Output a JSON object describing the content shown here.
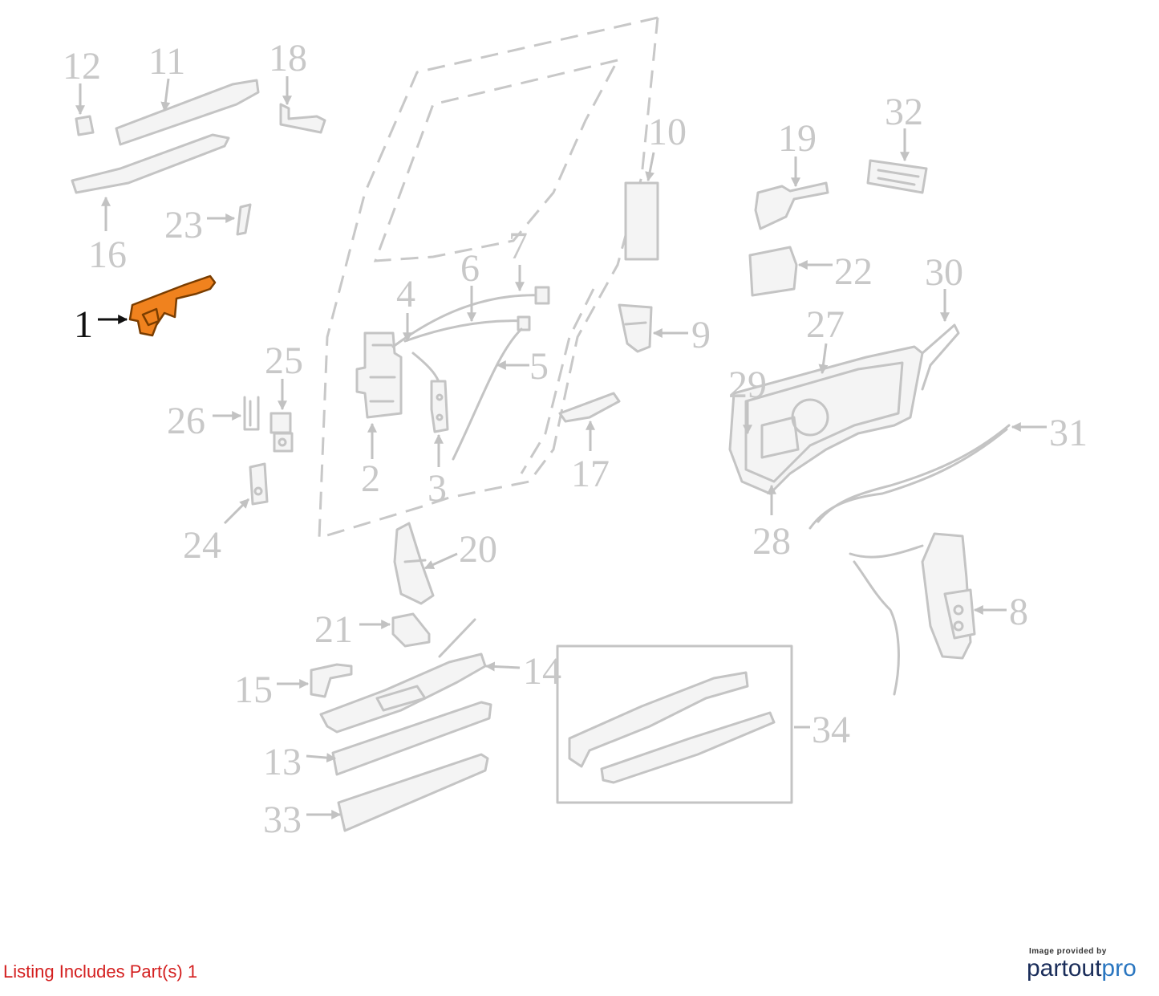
{
  "callouts": [
    "1",
    "2",
    "3",
    "4",
    "5",
    "6",
    "7",
    "8",
    "9",
    "10",
    "11",
    "12",
    "13",
    "14",
    "15",
    "16",
    "17",
    "18",
    "19",
    "20",
    "21",
    "22",
    "23",
    "24",
    "25",
    "26",
    "27",
    "28",
    "29",
    "30",
    "31",
    "32",
    "33",
    "34"
  ],
  "highlighted_part": "1",
  "colors": {
    "highlight": "#f0821e",
    "footer_text": "#d42020",
    "brand_dark": "#1a2d5a",
    "brand_accent": "#2a76c0"
  },
  "footer": {
    "listing_text": "Listing Includes Part(s) 1"
  },
  "credit": {
    "provided_by": "Image provided by",
    "brand_part1": "partout",
    "brand_part2": "pro"
  }
}
